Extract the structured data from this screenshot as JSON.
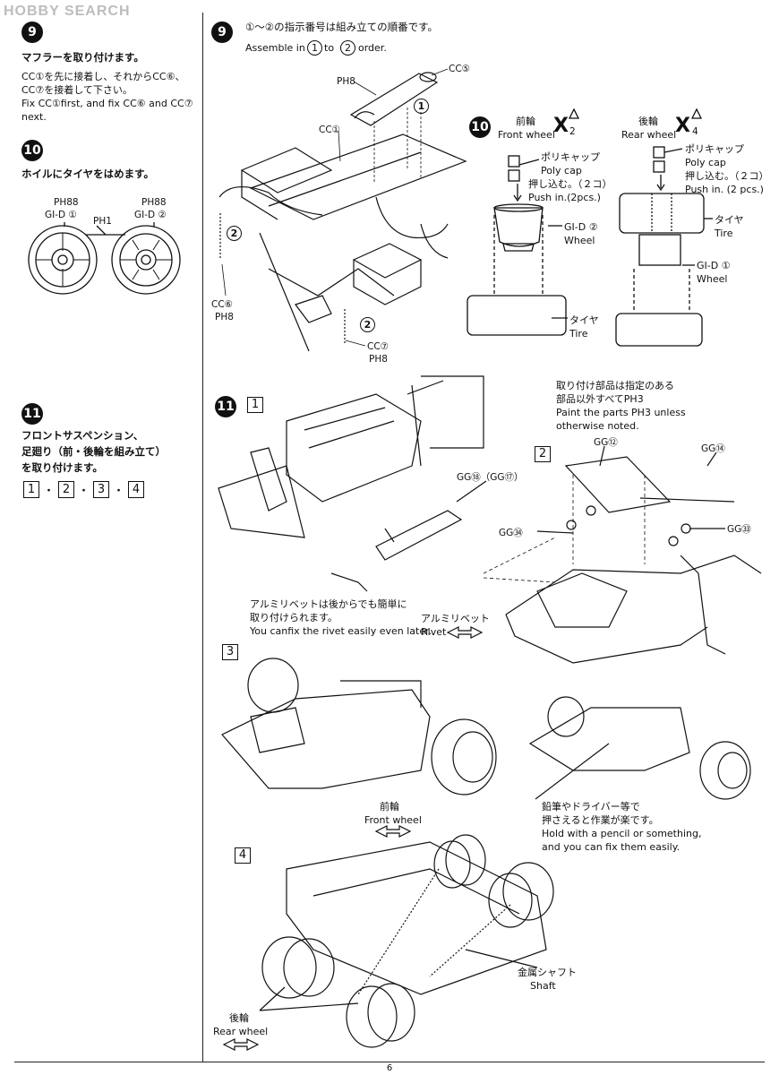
{
  "watermark": "HOBBY SEARCH",
  "page_number": "6",
  "step9_left": {
    "number": "9",
    "title_jp": "マフラーを取り付けます。",
    "line1_jp": "CC①を先に接着し、それからCC⑥、",
    "line2_jp": "CC⑦を接着して下さい。",
    "line1_en": "Fix CC①first, and fix CC⑥ and CC⑦",
    "line2_en": "next."
  },
  "step10_left": {
    "number": "10",
    "title_jp": "ホイルにタイヤをはめます。",
    "label_ph88_a": "PH88",
    "label_gid1": "GI-D ①",
    "label_ph1": "PH1",
    "label_ph88_b": "PH88",
    "label_gid2": "GI-D ②"
  },
  "step11_left": {
    "number": "11",
    "line1_jp": "フロントサスペンション、",
    "line2_jp": "足廻り（前・後輪を組み立て）",
    "line3_jp": "を取り付けます。",
    "boxes": [
      "1",
      "2",
      "3",
      "4"
    ],
    "separator": "・"
  },
  "step9_right": {
    "number": "9",
    "header_jp": "①～②の指示番号は組み立ての順番です。",
    "header_en_a": "Assemble in",
    "order_1": "1",
    "header_en_b": "to",
    "order_2": "2",
    "header_en_c": "order.",
    "label_cc5": "CC⑤",
    "label_ph8_a": "PH8",
    "label_cc1": "CC①",
    "label_cc6": "CC⑥",
    "label_ph8_b": "PH8",
    "label_cc7": "CC⑦",
    "label_ph8_c": "PH8",
    "marker_1": "1",
    "marker_2a": "2",
    "marker_2b": "2"
  },
  "step10_right": {
    "number": "10",
    "front_jp": "前輪",
    "front_en": "Front wheel",
    "front_qty": "2",
    "rear_jp": "後輪",
    "rear_en": "Rear wheel",
    "rear_qty": "4",
    "polycap_jp": "ポリキャップ",
    "polycap_en": "Poly cap",
    "push_jp": "押し込む。（２コ）",
    "push_en": "Push in.(2pcs.)",
    "rear_push_jp": "押し込む。（２コ）",
    "rear_push_en": "Push in. (2 pcs.)",
    "wheel_f_part": "GI-D ②",
    "wheel_label": "Wheel",
    "tire_jp": "タイヤ",
    "tire_en": "Tire",
    "rear_tire_jp": "タイヤ",
    "rear_tire_en": "Tire",
    "wheel_r_part": "GI-D ①",
    "rear_wheel_label": "Wheel"
  },
  "step11_right": {
    "number": "11",
    "box1": "1",
    "box2": "2",
    "box3": "3",
    "box4": "4",
    "paint_jp1": "取り付け部品は指定のある",
    "paint_jp2": "部品以外すべてPH3",
    "paint_en1": "Paint the parts PH3 unless",
    "paint_en2": "otherwise noted.",
    "gg18": "GG⑱（GG⑰）",
    "gg12": "GG⑫",
    "gg14": "GG⑭",
    "gg34": "GG㉞",
    "gg33": "GG㉝",
    "rivet_note_jp1": "アルミリベットは後からでも簡単に",
    "rivet_note_jp2": "取り付けられます。",
    "rivet_note_en": "You canfix the rivet easily even later.",
    "rivet_jp": "アルミリベット",
    "rivet_en": "Rivet",
    "front_wheel_jp": "前輪",
    "front_wheel_en": "Front wheel",
    "pencil_jp1": "鉛筆やドライバー等で",
    "pencil_jp2": "押さえると作業が楽です。",
    "pencil_en1": "Hold with a pencil or something,",
    "pencil_en2": "and you can fix them easily.",
    "shaft_jp": "金属シャフト",
    "shaft_en": "Shaft",
    "rear_wheel_jp": "後輪",
    "rear_wheel_en": "Rear wheel"
  }
}
